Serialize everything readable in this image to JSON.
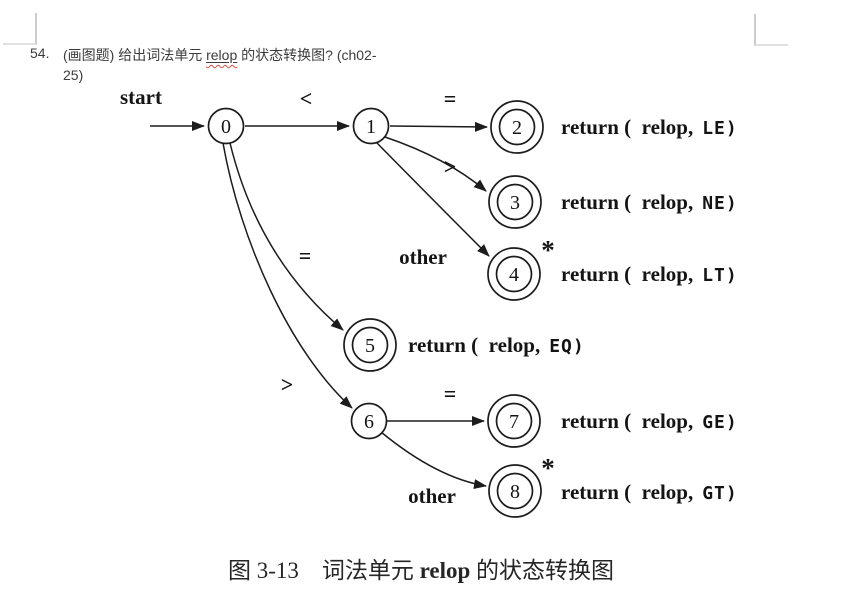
{
  "question": {
    "number": "54.",
    "text_before": "(画图题) 给出词法单元 ",
    "term": "relop",
    "text_after": " 的状态转换图? (ch02-",
    "line2": "25)"
  },
  "diagram": {
    "start_label": "start",
    "star": "*",
    "states": {
      "s0": "0",
      "s1": "1",
      "s2": "2",
      "s3": "3",
      "s4": "4",
      "s5": "5",
      "s6": "6",
      "s7": "7",
      "s8": "8"
    },
    "accepting_states": [
      "2",
      "3",
      "4",
      "5",
      "7",
      "8"
    ],
    "starred_states": [
      "4",
      "8"
    ],
    "edges": {
      "e01": "<",
      "e12": "=",
      "e13": ">",
      "e14": "other",
      "e05": "=",
      "e06": ">",
      "e67": "=",
      "e68": "other"
    },
    "transitions": [
      {
        "from": "0",
        "label": "<",
        "to": "1"
      },
      {
        "from": "1",
        "label": "=",
        "to": "2"
      },
      {
        "from": "1",
        "label": ">",
        "to": "3"
      },
      {
        "from": "1",
        "label": "other",
        "to": "4"
      },
      {
        "from": "0",
        "label": "=",
        "to": "5"
      },
      {
        "from": "0",
        "label": ">",
        "to": "6"
      },
      {
        "from": "6",
        "label": "=",
        "to": "7"
      },
      {
        "from": "6",
        "label": "other",
        "to": "8"
      }
    ],
    "returns": {
      "s2": {
        "prefix": "return (  relop,",
        "code": "LE)"
      },
      "s3": {
        "prefix": "return (  relop,",
        "code": "NE)"
      },
      "s4": {
        "prefix": "return (  relop,",
        "code": "LT)"
      },
      "s5": {
        "prefix": "return (  relop,",
        "code": "EQ)"
      },
      "s7": {
        "prefix": "return (  relop,",
        "code": "GE)"
      },
      "s8": {
        "prefix": "return (  relop,",
        "code": "GT)"
      }
    }
  },
  "caption": {
    "prefix": "图 3-13　词法单元 ",
    "term": "relop",
    "suffix": " 的状态转换图"
  }
}
